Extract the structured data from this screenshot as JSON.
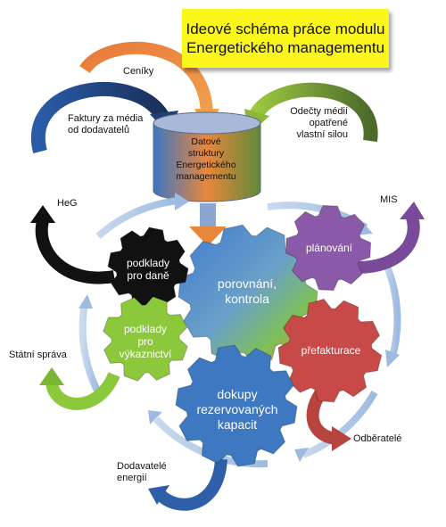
{
  "title": {
    "line1": "Ideové schéma práce modulu",
    "line2": "Energetického managementu"
  },
  "database": {
    "line1": "Datové",
    "line2": "struktury",
    "line3": "Energetického",
    "line4": "managementu"
  },
  "inputs": {
    "ceniky": "Ceníky",
    "faktury_line1": "Faktury za média",
    "faktury_line2": "od dodavatelů",
    "odecty_line1": "Odečty médií",
    "odecty_line2": "opatřené",
    "odecty_line3": "vlastní silou"
  },
  "gears": {
    "porovnani_line1": "porovnání,",
    "porovnani_line2": "kontrola",
    "podklady_dane_line1": "podklady",
    "podklady_dane_line2": "pro daně",
    "podklady_vyk_line1": "podklady",
    "podklady_vyk_line2": "pro",
    "podklady_vyk_line3": "výkaznictví",
    "planovani": "plánování",
    "prefakturace": "přefakturace",
    "dokupy_line1": "dokupy",
    "dokupy_line2": "rezervovaných",
    "dokupy_line3": "kapacit"
  },
  "outputs": {
    "heg": "HeG",
    "mis": "MIS",
    "statni_sprava": "Státní správa",
    "odberatele": "Odběratelé",
    "dodavatele_line1": "Dodavatelé",
    "dodavatele_line2": "energií"
  },
  "colors": {
    "title_bg": "#fbf61c",
    "gear_center": "#4a86c8",
    "gear_black": "#111111",
    "gear_green": "#8cc83c",
    "gear_purple": "#8a5aa8",
    "gear_red": "#c74a48",
    "gear_blue": "#3e78c0",
    "arrow_orange": "#e8873c",
    "arrow_navy": "#1f3f7a",
    "arrow_olive": "#5c7a30",
    "cycle_arrow": "#a9c4e2"
  }
}
